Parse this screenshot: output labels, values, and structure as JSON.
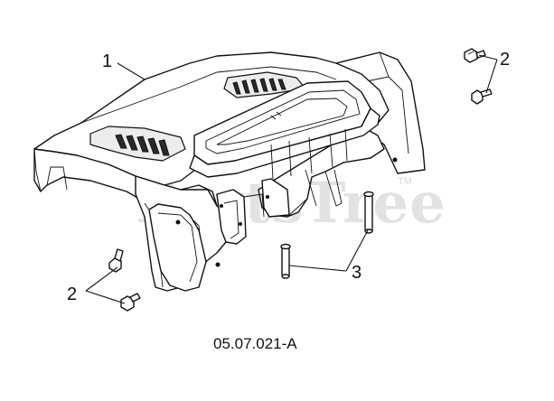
{
  "callouts": {
    "part_1": "1",
    "part_2_top": "2",
    "part_2_bottom": "2",
    "part_3": "3"
  },
  "watermark": {
    "text": "PartsTree",
    "trademark": "TM"
  },
  "caption": "05.07.021-A"
}
